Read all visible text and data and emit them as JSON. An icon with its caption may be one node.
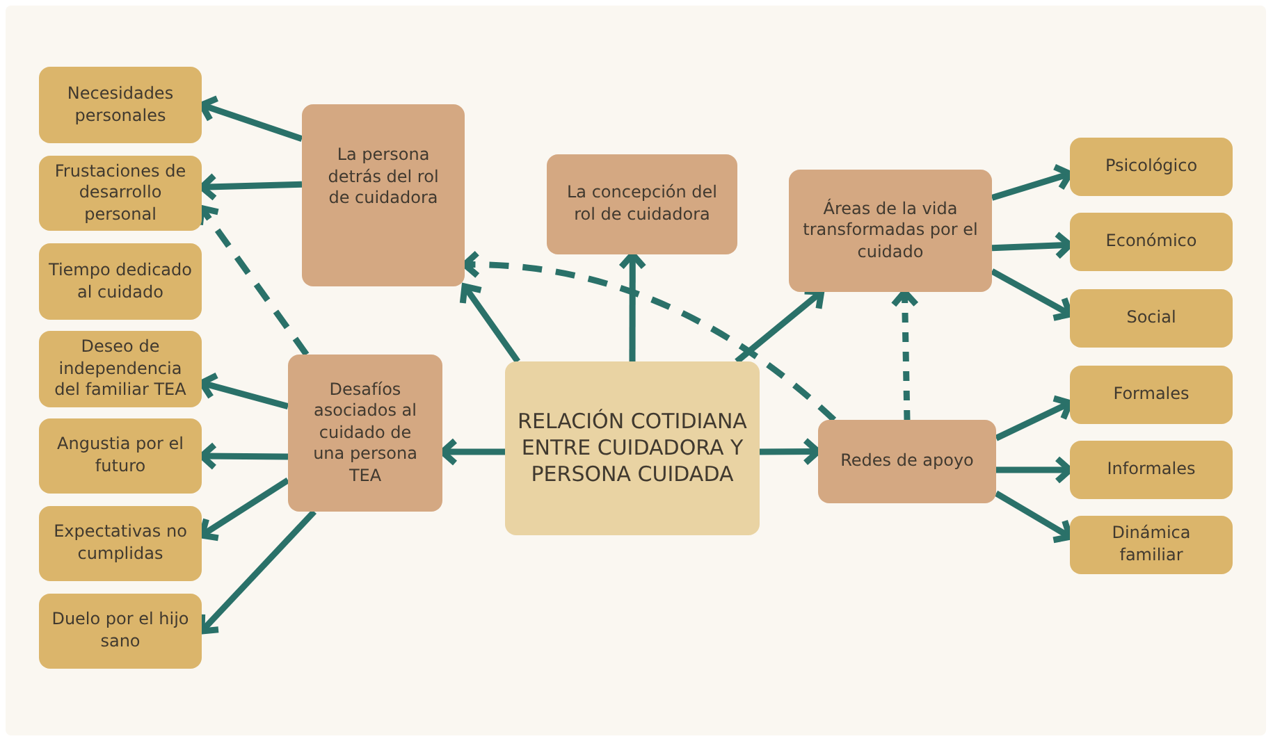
{
  "diagram": {
    "nodes": [
      {
        "text": [
          "Necesidades personales"
        ]
      },
      {
        "text": [
          "Frustaciones de desarrollo personal"
        ]
      },
      {
        "text": [
          "Tiempo dedicado al cuidado"
        ]
      },
      {
        "text": [
          "Deseo de independencia del familiar TEA"
        ]
      },
      {
        "text": [
          "Angustia por el futuro"
        ]
      },
      {
        "text": [
          "Expectativas no cumplidas"
        ]
      },
      {
        "text": [
          "Duelo por el hijo sano"
        ]
      },
      {
        "text": [
          "La persona detrás del rol de cuidadora"
        ]
      },
      {
        "text": [
          "Desafíos asociados al cuidado de una persona TEA"
        ]
      },
      {
        "text": [
          "La concepción del rol de cuidadora"
        ]
      },
      {
        "text": [
          "RELACIÓN COTIDIANA ENTRE CUIDADORA Y PERSONA CUIDADA"
        ]
      },
      {
        "text": [
          "Áreas de la vida transformadas por el cuidado"
        ]
      },
      {
        "text": [
          "Redes de apoyo"
        ]
      },
      {
        "text": [
          "Psicológico"
        ]
      },
      {
        "text": [
          "Económico"
        ]
      },
      {
        "text": [
          "Social"
        ]
      },
      {
        "text": [
          "Formales"
        ]
      },
      {
        "text": [
          "Informales"
        ]
      },
      {
        "text": [
          "Dinámica familiar"
        ]
      }
    ],
    "edges": [
      {
        "from": 7,
        "to": 0,
        "arrow": "to"
      },
      {
        "from": 7,
        "to": 1,
        "arrow": "to"
      },
      {
        "from": 8,
        "to": 1,
        "arrow": "to",
        "style": "dashed"
      },
      {
        "from": 8,
        "to": 3,
        "arrow": "to"
      },
      {
        "from": 8,
        "to": 4,
        "arrow": "to"
      },
      {
        "from": 8,
        "to": 5,
        "arrow": "to"
      },
      {
        "from": 8,
        "to": 6,
        "arrow": "to"
      },
      {
        "from": 10,
        "to": 7,
        "arrow": "to"
      },
      {
        "from": 10,
        "to": 9,
        "arrow": "to"
      },
      {
        "from": 10,
        "to": 11,
        "arrow": "to"
      },
      {
        "from": 10,
        "to": 8,
        "arrow": "to"
      },
      {
        "from": 10,
        "to": 12,
        "arrow": "to"
      },
      {
        "from": 12,
        "to": 7,
        "arrow": "to",
        "style": "dashed"
      },
      {
        "from": 12,
        "to": 11,
        "arrow": "to",
        "style": "dashed"
      },
      {
        "from": 11,
        "to": 13,
        "arrow": "to"
      },
      {
        "from": 11,
        "to": 14,
        "arrow": "to"
      },
      {
        "from": 11,
        "to": 15,
        "arrow": "to"
      },
      {
        "from": 12,
        "to": 16,
        "arrow": "to"
      },
      {
        "from": 12,
        "to": 17,
        "arrow": "to"
      },
      {
        "from": 12,
        "to": 18,
        "arrow": "to"
      }
    ]
  }
}
